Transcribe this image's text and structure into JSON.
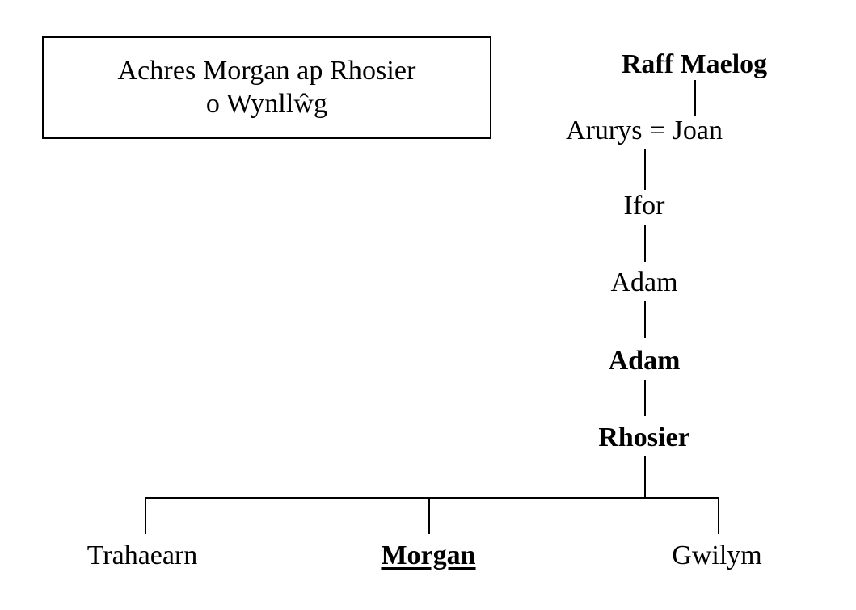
{
  "document": {
    "kind": "welsh-pedigree-chart",
    "title_box": {
      "line1": "Achres Morgan ap Rhosier",
      "line2": "o Wynllŵg"
    }
  },
  "pedigree": {
    "generations": [
      {
        "id": "gen-1",
        "label": "Raff Maelog",
        "style": "bold"
      },
      {
        "id": "gen-2",
        "type": "marriage",
        "husband": "Arurys",
        "marriage_symbol": "=",
        "wife": "Joan",
        "style": "regular"
      },
      {
        "id": "gen-3",
        "label": "Ifor",
        "style": "regular"
      },
      {
        "id": "gen-4",
        "label": "Adam",
        "style": "regular"
      },
      {
        "id": "gen-5",
        "label": "Adam",
        "style": "bold"
      },
      {
        "id": "gen-6",
        "label": "Rhosier",
        "style": "bold"
      }
    ],
    "children": [
      {
        "id": "child-1",
        "label": "Trahaearn",
        "style": "regular"
      },
      {
        "id": "child-2",
        "label": "Morgan",
        "style": "bold-underline"
      },
      {
        "id": "child-3",
        "label": "Gwilym",
        "style": "regular"
      }
    ]
  },
  "colors": {
    "ink": "#000000",
    "paper": "#ffffff"
  }
}
